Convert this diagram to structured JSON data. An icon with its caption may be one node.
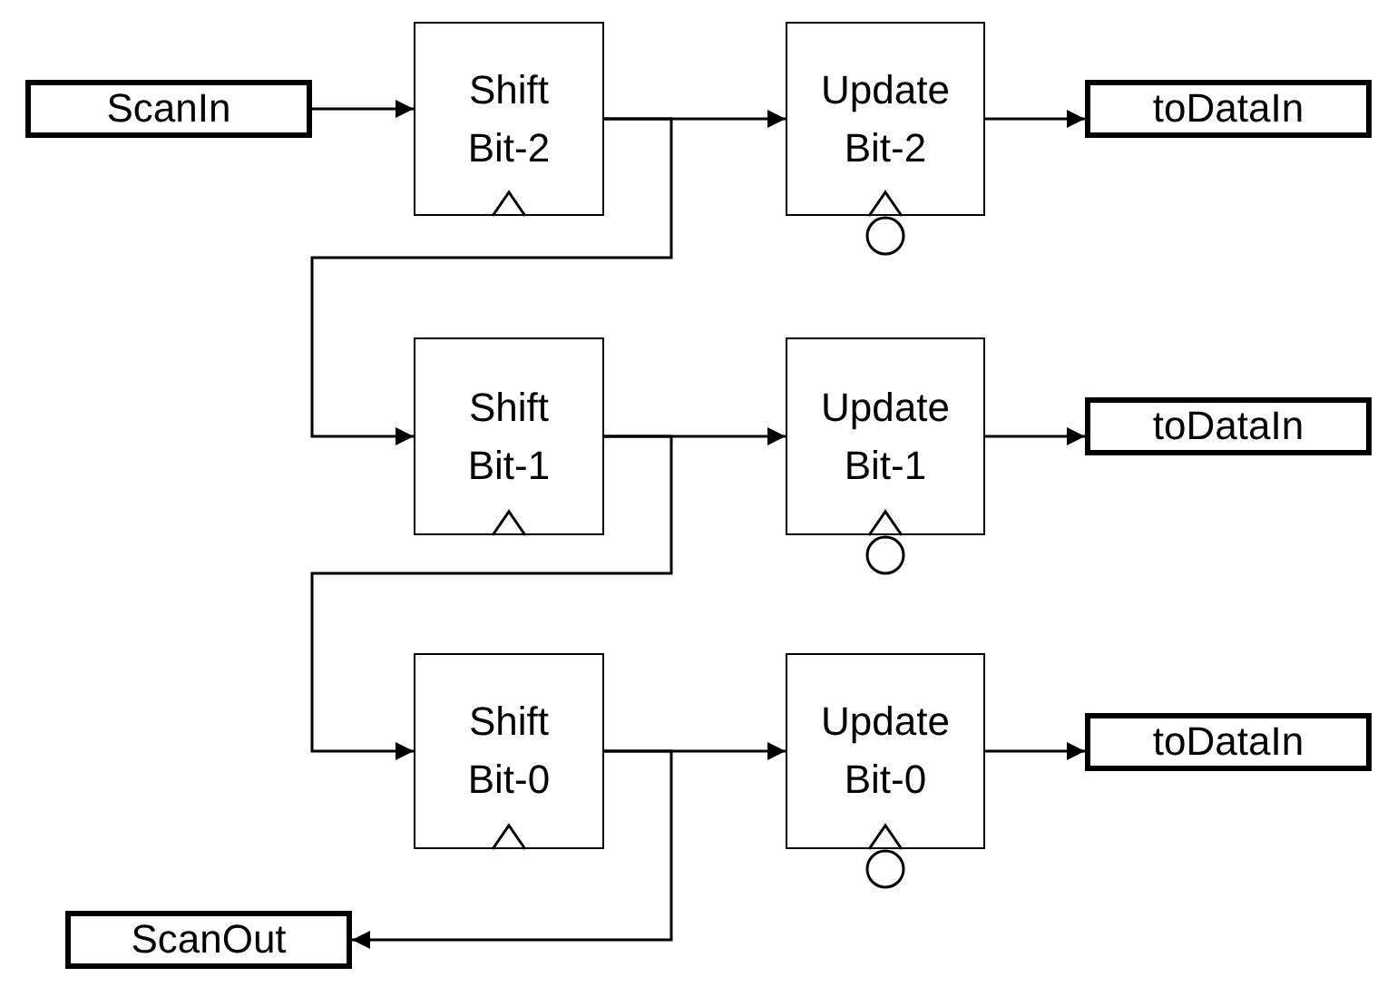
{
  "diagram": {
    "nodes": [
      {
        "text": [
          "ScanIn"
        ]
      },
      {
        "text": [
          "Shift Bit-2"
        ]
      },
      {
        "text": [
          "Update Bit-2"
        ]
      },
      {
        "text": [
          "toDataIn"
        ]
      },
      {
        "text": [
          "Shift Bit-1"
        ]
      },
      {
        "text": [
          "Update Bit-1"
        ]
      },
      {
        "text": [
          "toDataIn"
        ]
      },
      {
        "text": [
          "Shift Bit-0"
        ]
      },
      {
        "text": [
          "Update Bit-0"
        ]
      },
      {
        "text": [
          "toDataIn"
        ]
      },
      {
        "text": [
          "ScanOut"
        ]
      }
    ],
    "edges": [
      {
        "from": 0,
        "to": 1,
        "arrow": "to"
      },
      {
        "from": 1,
        "to": 2,
        "arrow": "to"
      },
      {
        "from": 2,
        "to": 3,
        "arrow": "to"
      },
      {
        "from": 1,
        "to": 4,
        "arrow": "to"
      },
      {
        "from": 4,
        "to": 5,
        "arrow": "to"
      },
      {
        "from": 5,
        "to": 6,
        "arrow": "to"
      },
      {
        "from": 4,
        "to": 7,
        "arrow": "to"
      },
      {
        "from": 7,
        "to": 8,
        "arrow": "to"
      },
      {
        "from": 8,
        "to": 9,
        "arrow": "to"
      },
      {
        "from": 7,
        "to": 10,
        "arrow": "to"
      }
    ]
  }
}
